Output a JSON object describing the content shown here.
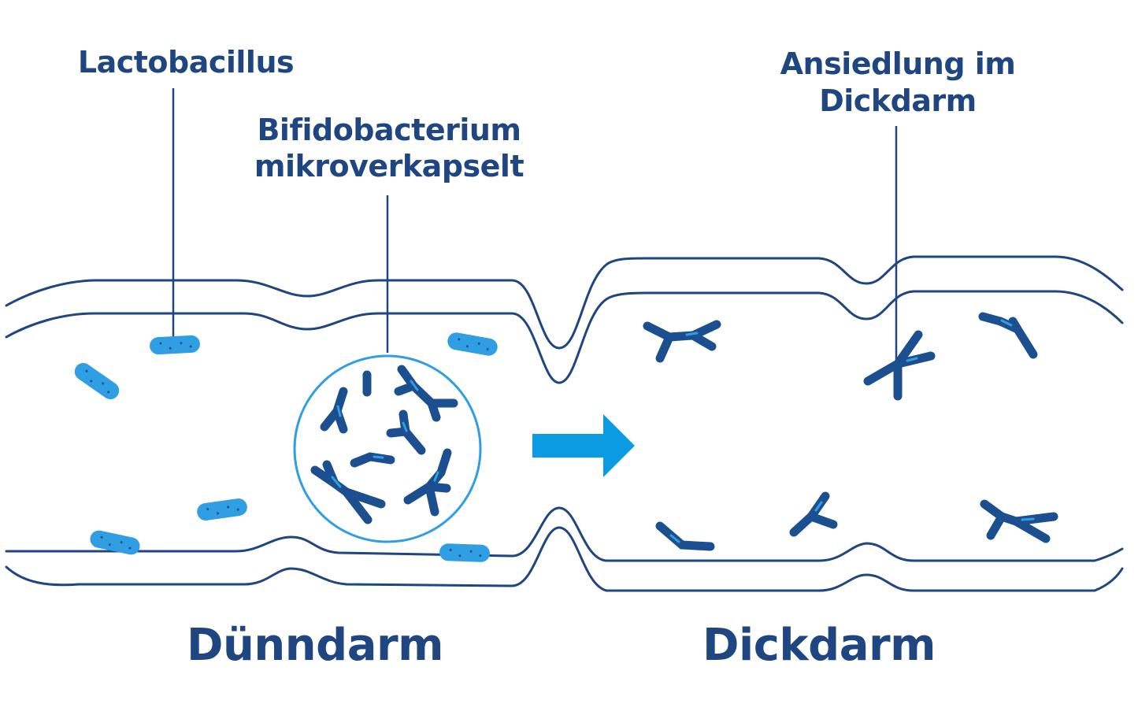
{
  "labels": {
    "lactobacillus": "Lactobacillus",
    "bifido_line1": "Bifidobacterium",
    "bifido_line2": "mikroverkapselt",
    "ansiedlung_line1": "Ansiedlung im",
    "ansiedlung_line2": "Dickdarm",
    "small_intestine": "Dünndarm",
    "large_intestine": "Dickdarm"
  },
  "colors": {
    "outline": "#1f4680",
    "light_bacteria": "#2f9ee3",
    "dark_bacteria": "#1c4f8f",
    "arrow": "#0b9be2",
    "capsule": "#2f9ee3"
  }
}
